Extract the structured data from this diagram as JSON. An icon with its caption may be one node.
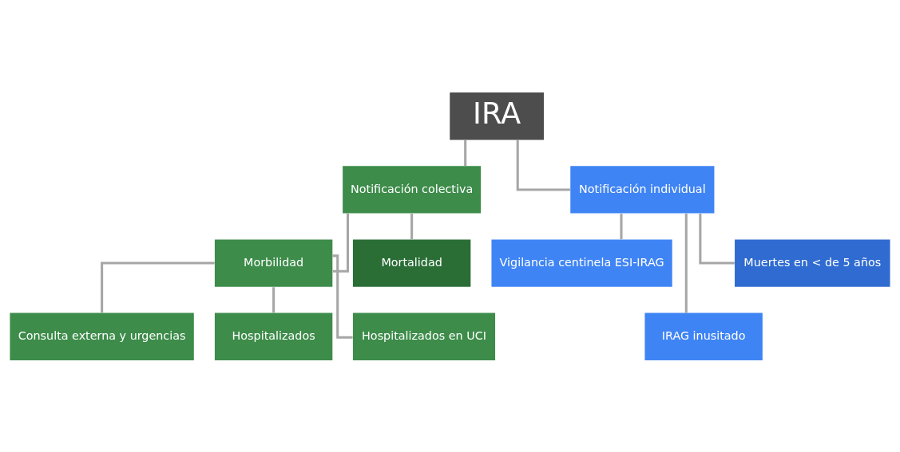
{
  "diagram": {
    "nodes": [
      {
        "text": [
          "IRA"
        ]
      },
      {
        "text": [
          "Notificación colectiva"
        ]
      },
      {
        "text": [
          "Notificación individual"
        ]
      },
      {
        "text": [
          "Morbilidad"
        ]
      },
      {
        "text": [
          "Mortalidad"
        ]
      },
      {
        "text": [
          "Consulta externa y urgencias"
        ]
      },
      {
        "text": [
          "Hospitalizados"
        ]
      },
      {
        "text": [
          "Hospitalizados en UCI"
        ]
      },
      {
        "text": [
          "Vigilancia centinela ESI-IRAG"
        ]
      },
      {
        "text": [
          "IRAG inusitado"
        ]
      },
      {
        "text": [
          "Muertes en < de 5 años"
        ]
      }
    ],
    "edges": [
      {
        "from": 0,
        "to": 1,
        "arrow": "none"
      },
      {
        "from": 0,
        "to": 2,
        "arrow": "none"
      },
      {
        "from": 1,
        "to": 3,
        "arrow": "none"
      },
      {
        "from": 1,
        "to": 4,
        "arrow": "none"
      },
      {
        "from": 3,
        "to": 5,
        "arrow": "none"
      },
      {
        "from": 3,
        "to": 6,
        "arrow": "none"
      },
      {
        "from": 3,
        "to": 7,
        "arrow": "none"
      },
      {
        "from": 2,
        "to": 8,
        "arrow": "none"
      },
      {
        "from": 2,
        "to": 9,
        "arrow": "none"
      },
      {
        "from": 2,
        "to": 10,
        "arrow": "none"
      }
    ]
  }
}
